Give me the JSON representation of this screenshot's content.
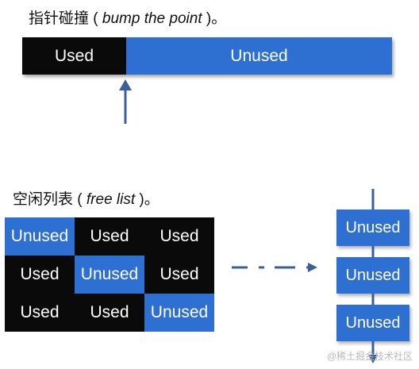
{
  "bump": {
    "title_cn": "指针碰撞",
    "title_en": "bump the point",
    "used_label": "Used",
    "unused_label": "Unused"
  },
  "freelist": {
    "title_cn": "空闲列表",
    "title_en": "free list",
    "grid": [
      [
        "Unused",
        "Used",
        "Used"
      ],
      [
        "Used",
        "Unused",
        "Used"
      ],
      [
        "Used",
        "Used",
        "Unused"
      ]
    ],
    "list": [
      "Unused",
      "Unused",
      "Unused"
    ]
  },
  "watermark": "@稀土掘金技术社区",
  "colors": {
    "used": "#0a0a0a",
    "unused": "#2e6fd2",
    "arrow": "#3a5f9a"
  }
}
